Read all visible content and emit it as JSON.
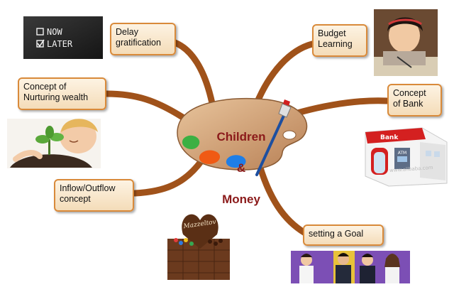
{
  "center": {
    "title_line1": "Children",
    "title_line2": "&",
    "title_line3": "Money"
  },
  "topics": {
    "delay_gratification": "Delay\ngratification",
    "nurturing_wealth": "Concept of\nNurturing wealth",
    "inflow_outflow": "Inflow/Outflow\nconcept",
    "budget_learning": "Budget\nLearning",
    "concept_bank": "Concept\nof Bank",
    "setting_goal": "setting a Goal"
  },
  "images": {
    "chalkboard": {
      "line1": "NOW",
      "line2": "LATER"
    },
    "chocolate_plaque": "Mazzeltov",
    "bank": {
      "sign": "Bank",
      "atm": "ATM",
      "watermark": "www.alibaba.com"
    }
  },
  "colors": {
    "branch": "#a0521a",
    "box_border": "#d98a3a",
    "title": "#8b1a1a",
    "palette": "#d2a47a"
  }
}
